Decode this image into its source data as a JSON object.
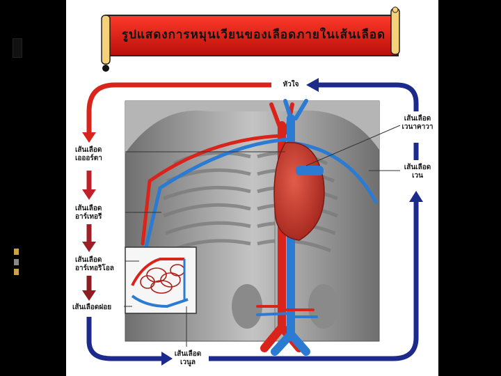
{
  "title": "รูปแสดงการหมุนเวียนของเลือดภายในเส้นเลือด",
  "labels": {
    "heart": "หัวใจ",
    "aorta_line1": "เส้นเลือด",
    "aorta_line2": "เอออร์ตา",
    "artery_line1": "เส้นเลือด",
    "artery_line2": "อาร์เทอรี",
    "arteriole_line1": "เส้นเลือด",
    "arteriole_line2": "อาร์เทอริโอล",
    "capillary": "เส้นเลือดฝอย",
    "venule_line1": "เส้นเลือด",
    "venule_line2": "เวนูล",
    "venacava_line1": "เส้นเลือด",
    "venacava_line2": "เวนาคาวา",
    "vein_line1": "เส้นเลือด",
    "vein_line2": "เวน"
  },
  "colors": {
    "arterial_red": "#d9241c",
    "arrow_dark_red": "#8c1b22",
    "venous_blue": "#1c2a8c",
    "banner_red": "#e01b14",
    "banner_gold": "#f5d27a",
    "body_gray": "#9a9a9a"
  }
}
